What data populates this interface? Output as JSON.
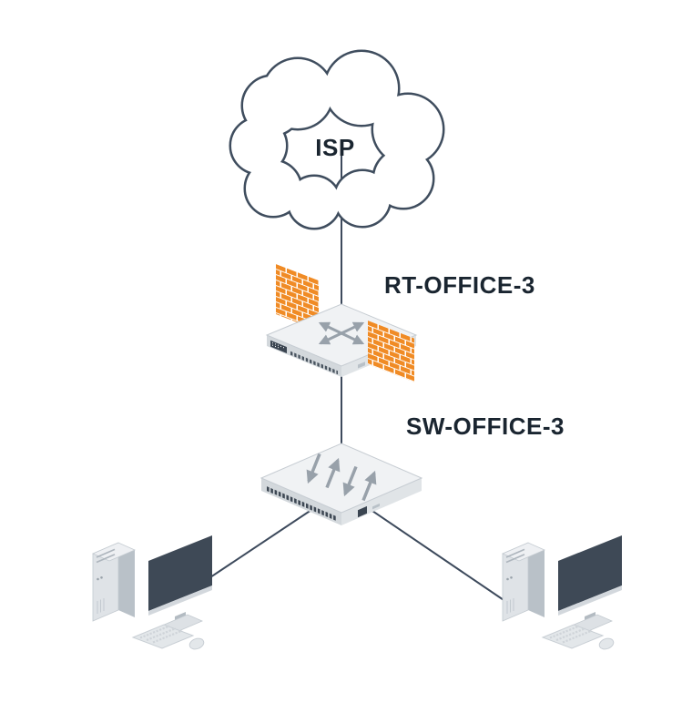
{
  "diagram": {
    "type": "network-topology",
    "nodes": {
      "isp_cloud": {
        "label": "ISP",
        "icon": "cloud-icon"
      },
      "router": {
        "label": "RT-OFFICE-3",
        "icon": "router-firewall-icon"
      },
      "switch": {
        "label": "SW-OFFICE-3",
        "icon": "switch-icon"
      },
      "workstation_left": {
        "icon": "workstation-icon"
      },
      "workstation_right": {
        "icon": "workstation-icon"
      }
    },
    "edges": [
      {
        "from": "isp_cloud",
        "to": "router"
      },
      {
        "from": "router",
        "to": "switch"
      },
      {
        "from": "switch",
        "to": "workstation_left"
      },
      {
        "from": "switch",
        "to": "workstation_right"
      }
    ],
    "colors": {
      "line": "#3d4a5c",
      "firewall_brick": "#f08b25",
      "label_text": "#1a2530",
      "device_top": "#f0f2f4",
      "device_side_left": "#d3d8dc",
      "device_side_right": "#e0e4e7",
      "arrow_icon": "#98a1aa",
      "screen": "#3e4956"
    }
  }
}
